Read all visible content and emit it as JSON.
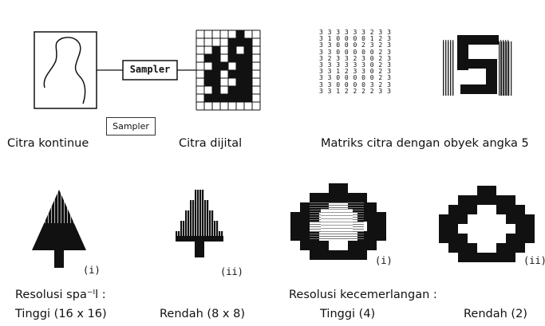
{
  "top_left": {
    "sampler_inner_label": "Sampler",
    "sampler_box_label": "Sampler",
    "caption_continuous": "Citra kontinue",
    "caption_digital": "Citra dijital"
  },
  "top_right": {
    "matrix_rows": [
      "333333233",
      "310000123",
      "330002323",
      "330000023",
      "323323023",
      "333333023",
      "331233023",
      "330000023",
      "330000323",
      "331222233"
    ],
    "caption_matrix": "Matriks citra dengan obyek angka 5"
  },
  "bottom": {
    "label_i_left": "(i)",
    "label_ii_left": "(ii)",
    "label_i_right": "(i)",
    "label_ii_right": "(ii)",
    "spatial_heading": "Resolusi spa⁻ᴵl :",
    "spatial_high": "Tinggi (16 x 16)",
    "spatial_low": "Rendah (8 x 8)",
    "brightness_heading": "Resolusi kecemerlangan :",
    "brightness_high": "Tinggi (4)",
    "brightness_low": "Rendah (2)"
  },
  "colors": {
    "ink": "#111111",
    "background": "#ffffff"
  }
}
